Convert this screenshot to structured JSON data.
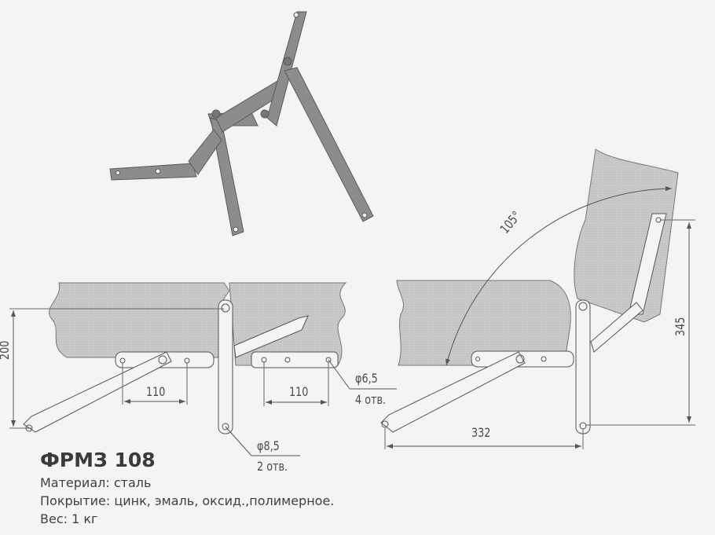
{
  "product": {
    "title": "ФРМЗ 108",
    "specs": [
      "Материал: сталь",
      "Покрытие: цинк, эмаль, оксид.,полимерное.",
      "Вес:  1  кг"
    ]
  },
  "photo": {
    "subject": "mechanism-photo"
  },
  "drawing_closed": {
    "height_dim": "200",
    "span_left": "110",
    "span_right": "110",
    "hole_small": {
      "diameter": "φ6,5",
      "count": "4 отв."
    },
    "hole_large": {
      "diameter": "φ8,5",
      "count": "2 отв."
    }
  },
  "drawing_open": {
    "angle": "105°",
    "width_dim": "332",
    "height_dim": "345"
  },
  "colors": {
    "board": "#c8c8c8",
    "line": "#555555",
    "paper": "#f4f4f4",
    "metal": "#8a8a8a"
  }
}
